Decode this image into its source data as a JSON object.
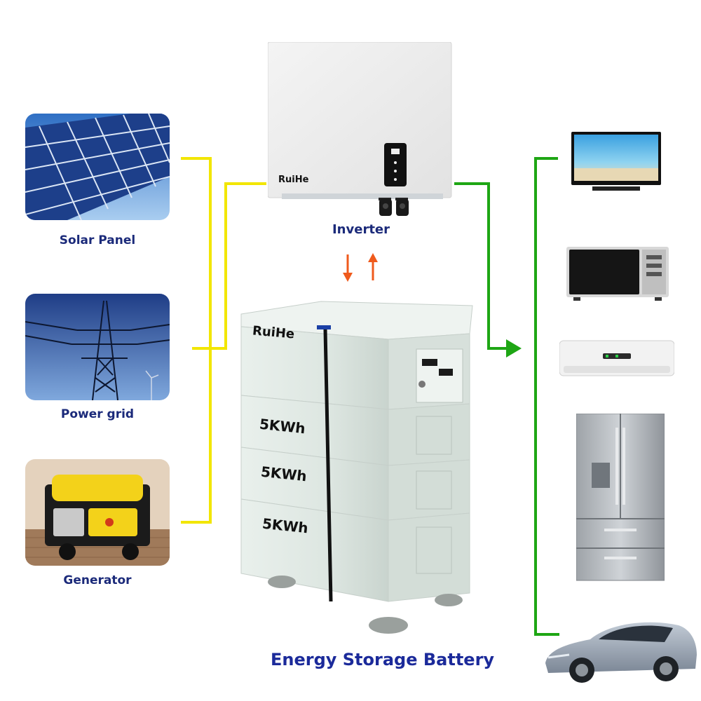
{
  "sources": [
    {
      "label": "Solar Panel"
    },
    {
      "label": "Power grid"
    },
    {
      "label": "Generator"
    }
  ],
  "inverter": {
    "label": "Inverter",
    "brand": "RuiHe"
  },
  "battery": {
    "label": "Energy Storage Battery",
    "brand": "RuiHe",
    "modules": [
      "5KWh",
      "5KWh",
      "5KWh"
    ]
  },
  "colors": {
    "input_line": "#f2e600",
    "output_line": "#1ea614",
    "flow_arrows": "#ef5a1c",
    "caption_text": "#1b2a7a",
    "title_text": "#1b2a9a"
  }
}
